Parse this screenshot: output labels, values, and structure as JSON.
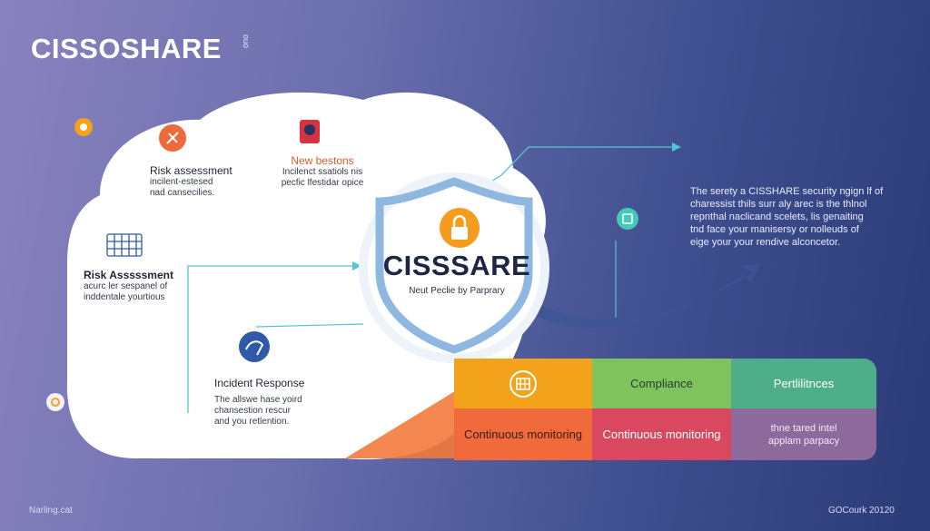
{
  "brand": {
    "title": "CISSOSHARE",
    "sub": "ouo"
  },
  "nodes": {
    "risk_top": {
      "title": "Risk assessment",
      "text1": "incilent-estesed",
      "text2": "nad cansecilies."
    },
    "new_bestons": {
      "title": "New bestons",
      "text1": "Incilenct ssatiols nis",
      "text2": "pecfic lfestidar opice"
    },
    "risk_left": {
      "title": "Risk Asssssment",
      "text1": "acurc ler sespanel of",
      "text2": "inddentale yourtious"
    },
    "incident": {
      "title": "Incident Response",
      "text1": "The allswe hase yoird",
      "text2": "chansestion rescur",
      "text3": "and you retlention."
    }
  },
  "shield": {
    "title": "CISSSARE",
    "subtitle": "Neut Peclie by Parprary"
  },
  "right_text": {
    "line1": "The serety a CISSHARE security ngign lf of",
    "line2": "charessist thils surr aly arec is the thlnol",
    "line3": "repnthal naclicand scelets, lis genaiting",
    "line4": "tnd face your manisersy or nolleuds of",
    "line5": "eige your your rendive alconcetor."
  },
  "bar": {
    "top": [
      {
        "label": "",
        "icon": "building-grid-icon",
        "color": "#f3a21b"
      },
      {
        "label": "Compliance",
        "color": "#7fc35e"
      },
      {
        "label": "Pertlilitnces",
        "color": "#4fae8a"
      }
    ],
    "bottom": [
      {
        "label": "Continuous monitoring",
        "color": "#f06a3c"
      },
      {
        "label": "Continuous monitoring",
        "color": "#d9485e"
      },
      {
        "label": "thne tared intel applam parpacy",
        "color": "#8d6a9c"
      }
    ]
  },
  "footer": {
    "left": "Narling.cat",
    "right": "GOCourk 20120"
  },
  "colors": {
    "accent_orange": "#f07b3f",
    "teal": "#40c0c8",
    "shield_blue": "#8fb8e0"
  }
}
